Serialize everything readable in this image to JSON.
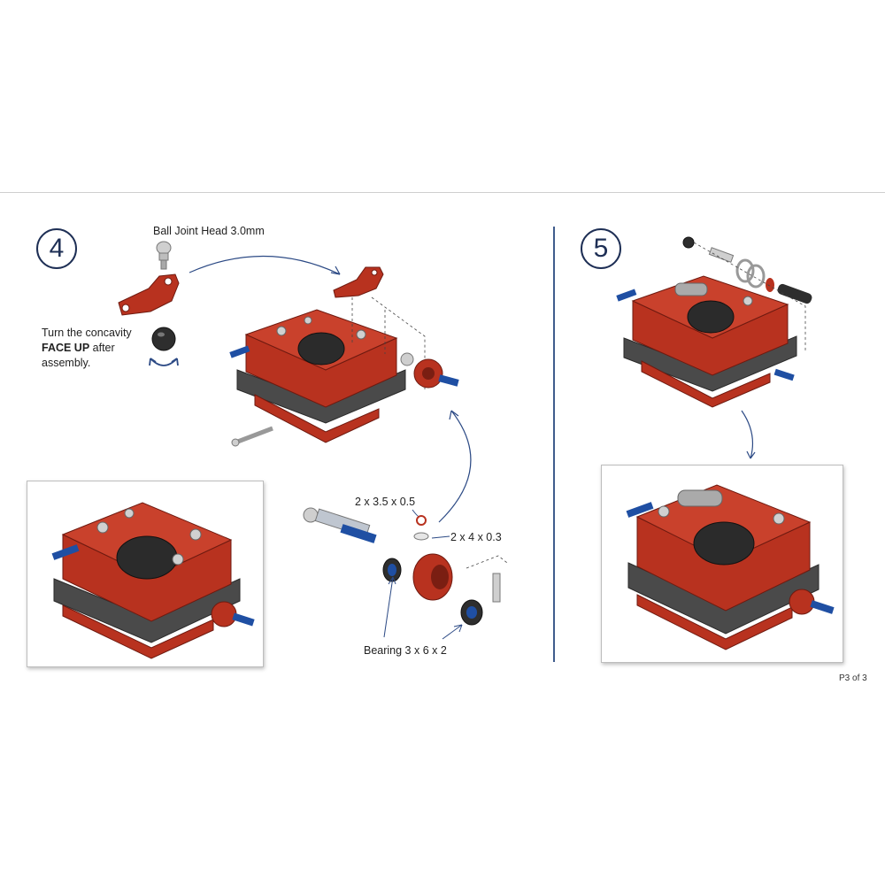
{
  "step4": {
    "number": "4",
    "ball_joint_label": "Ball Joint Head 3.0mm",
    "note_line1": "Turn the concavity",
    "note_bold": "FACE UP",
    "note_after": " after",
    "note_line3": "assembly.",
    "washer_small_label": "2 x 3.5 x 0.5",
    "washer_large_label": "2 x 4 x 0.3",
    "bearing_label": "Bearing 3 x 6 x 2"
  },
  "step5": {
    "number": "5"
  },
  "footer": {
    "page_label": "P3 of 3"
  },
  "colors": {
    "part_red": "#b8321f",
    "part_dark": "#4a4a4a",
    "part_blue": "#1f4fa3",
    "arrow_blue": "#2c4a85",
    "badge_navy": "#1e2f55"
  }
}
